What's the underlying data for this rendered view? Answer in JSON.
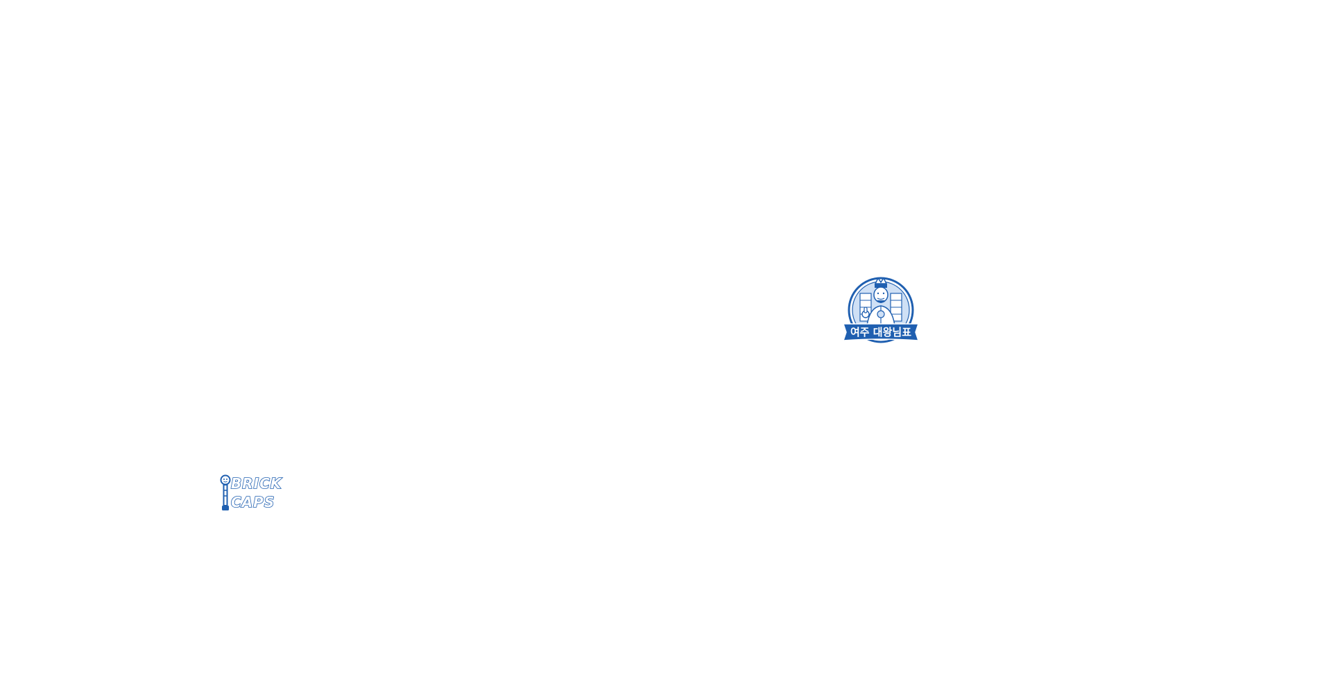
{
  "colors": {
    "background": "#ffffff",
    "brand_blue": "#1f5fb0",
    "brand_blue_light": "#cfe0f5"
  },
  "logos": {
    "brick_caps": {
      "line1": "BRICK",
      "line2": "CAPS"
    },
    "yeoju": {
      "banner_text": "여주 대왕님표"
    }
  }
}
